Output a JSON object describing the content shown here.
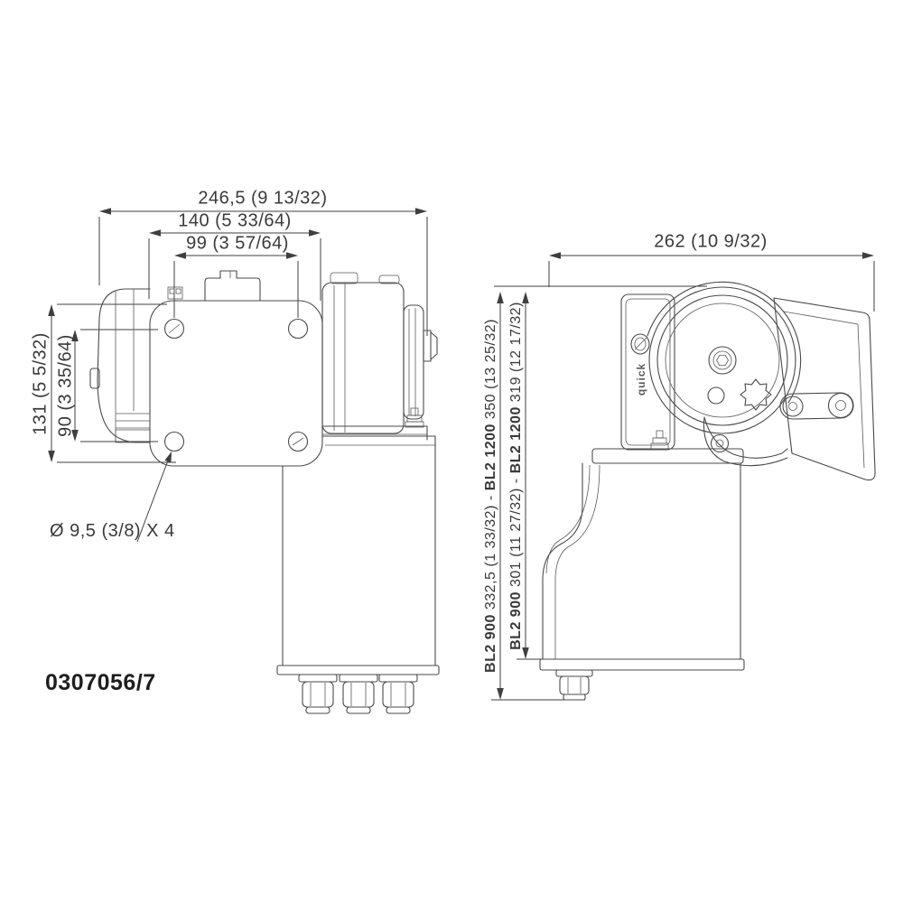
{
  "document": {
    "background": "#ffffff",
    "line_color": "#4a4a4a",
    "text_color": "#3a3a3a",
    "part_number": "0307056/7"
  },
  "left_view": {
    "description": "side view of motor and gearbox with mounting plate",
    "dims": {
      "overall_width": "246,5 (9 13/32)",
      "plate_width": "140 (5 33/64)",
      "hole_spacing_horizontal": "99 (3 57/64)",
      "plate_height": "131 (5 5/32)",
      "hole_spacing_vertical": "90 (3 35/64)",
      "mounting_hole_callout": "Ø 9,5 (3/8) X 4"
    }
  },
  "right_view": {
    "description": "side view of windlass with gypsy and deck plate",
    "brand": "quick",
    "dims": {
      "overall_width": "262 (10 9/32)",
      "height_overall": {
        "model_a": "BL2 900",
        "value_a": "332,5 (1 33/32)",
        "separator": "-",
        "model_b": "BL2 1200",
        "value_b": "350 (13 25/32)"
      },
      "height_body": {
        "model_a": "BL2 900",
        "value_a": "301 (11 27/32)",
        "separator": "-",
        "model_b": "BL2 1200",
        "value_b": "319 (12 17/32)"
      }
    }
  }
}
